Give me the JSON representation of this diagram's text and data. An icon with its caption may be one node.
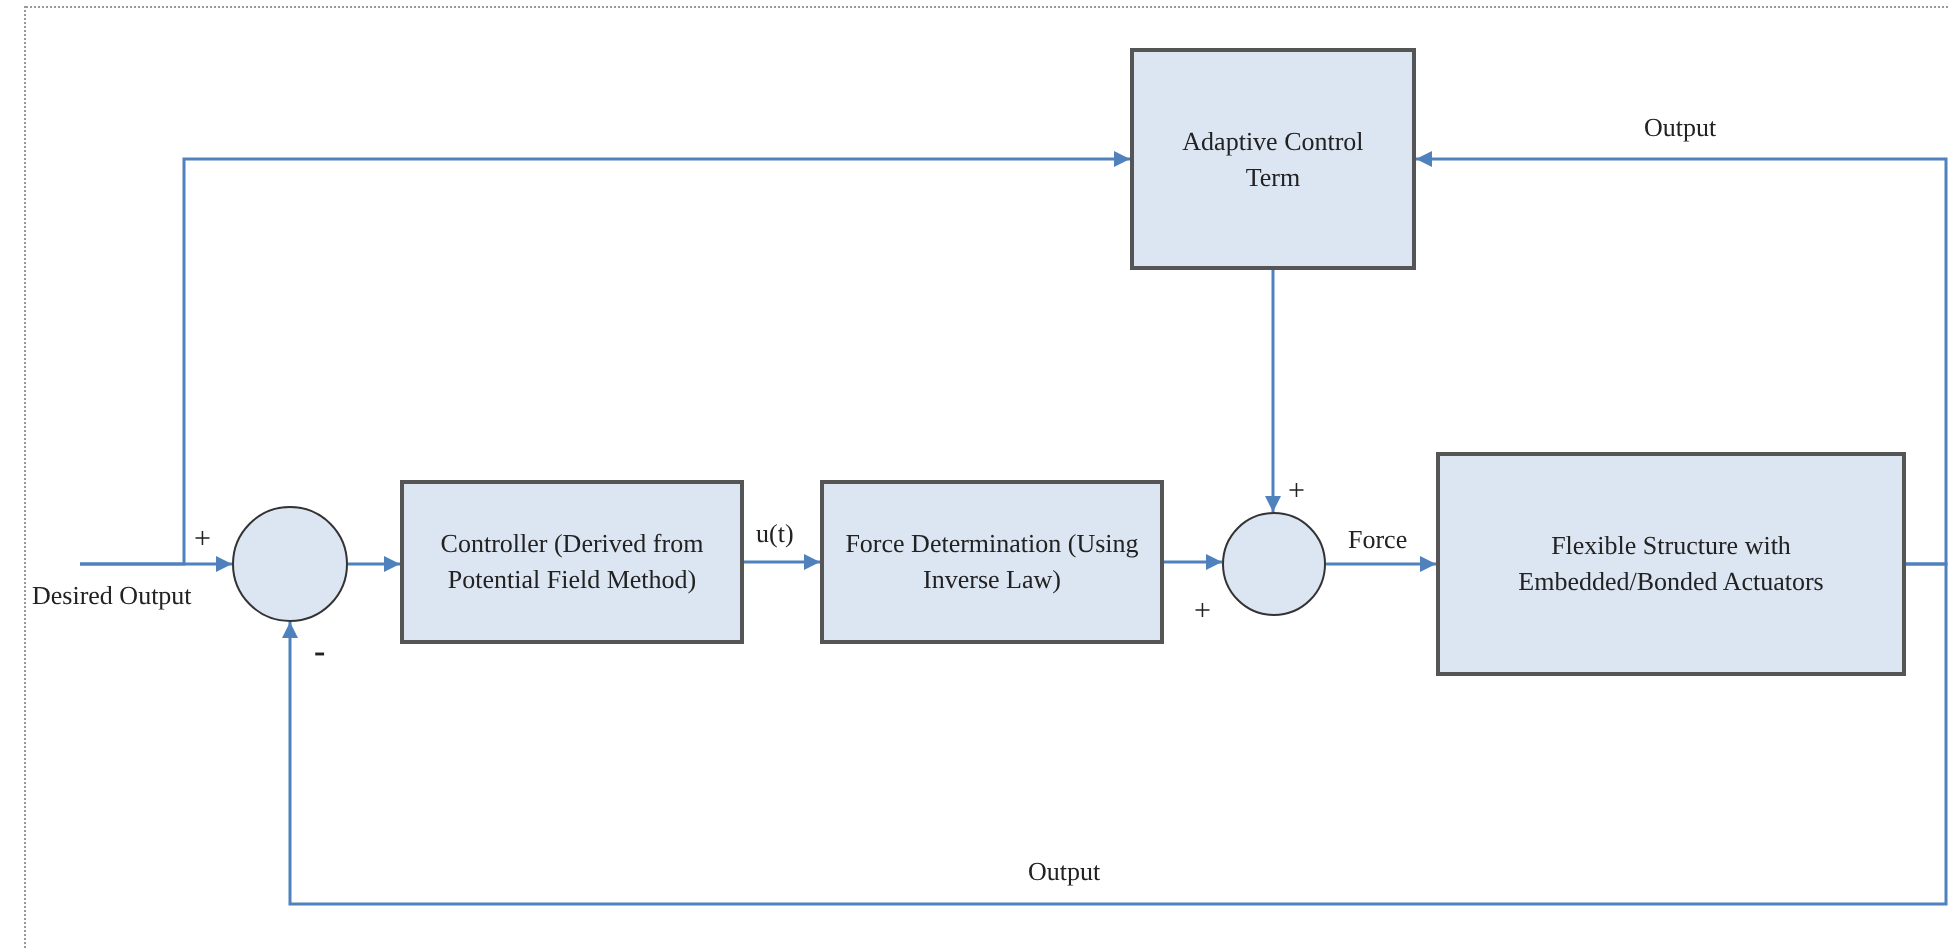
{
  "diagram": {
    "nodes": [
      {
        "text": [
          "Desired Output"
        ]
      },
      {
        "text": [],
        "shape": "circle"
      },
      {
        "text": [
          "Controller (Derived from Potential Field Method)"
        ]
      },
      {
        "text": [
          "Force Determination (Using Inverse Law)"
        ]
      },
      {
        "text": [],
        "shape": "circle"
      },
      {
        "text": [
          "Adaptive Control Term"
        ]
      },
      {
        "text": [
          "Flexible Structure with Embedded/Bonded Actuators"
        ]
      }
    ],
    "edges": [
      {
        "from": 0,
        "to": 1,
        "arrow": "to"
      },
      {
        "from": 0,
        "to": 5,
        "arrow": "to"
      },
      {
        "from": 1,
        "to": 2,
        "arrow": "to"
      },
      {
        "from": 2,
        "to": 3,
        "arrow": "to",
        "label": "u(t)"
      },
      {
        "from": 3,
        "to": 4,
        "arrow": "to"
      },
      {
        "from": 5,
        "to": 4,
        "arrow": "to"
      },
      {
        "from": 4,
        "to": 6,
        "arrow": "to",
        "label": "Force"
      },
      {
        "from": 6,
        "to": 5,
        "arrow": "to",
        "label": "Output"
      },
      {
        "from": 6,
        "to": 1,
        "arrow": "to",
        "label": "Output"
      }
    ],
    "labels": [
      "+",
      "+",
      "+",
      "-"
    ]
  }
}
